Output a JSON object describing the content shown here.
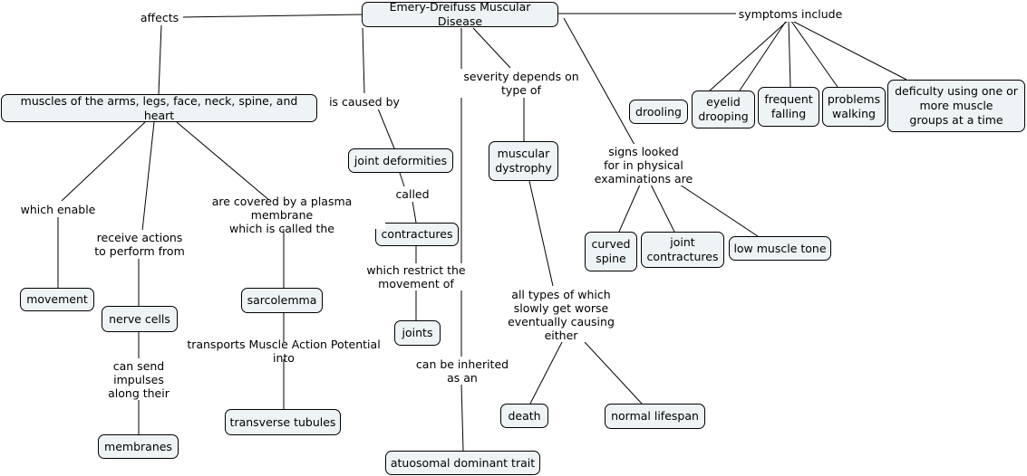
{
  "concepts": {
    "root": "Emery-Dreifuss Muscular Disease",
    "muscles": "muscles of the arms, legs, face, neck, spine, and heart",
    "movement": "movement",
    "nerve_cells": "nerve cells",
    "membranes": "membranes",
    "sarcolemma": "sarcolemma",
    "transverse_tubules": "transverse tubules",
    "joint_deformities": "joint deformities",
    "contractures": "contractures",
    "joints": "joints",
    "autosomal": "atuosomal dominant trait",
    "muscular_dystrophy": "muscular\ndystrophy",
    "death": "death",
    "normal_lifespan": "normal lifespan",
    "curved_spine": "curved\nspine",
    "joint_contractures": "joint\ncontractures",
    "low_muscle_tone": "low muscle tone",
    "drooling": "drooling",
    "eyelid_drooping": "eyelid\ndrooping",
    "frequent_falling": "frequent\nfalling",
    "problems_walking": "problems\nwalking",
    "deficulty": "deficulty using one or\nmore muscle\ngroups at a time"
  },
  "links": {
    "affects": "affects",
    "symptoms_include": "symptoms include",
    "is_caused_by": "is caused by",
    "severity": "severity depends on\ntype of",
    "signs": "signs looked\nfor in physical\nexaminations are",
    "which_enable": "which enable",
    "receive_actions": "receive actions\nto perform from",
    "covered_by": "are covered by a plasma membrane\nwhich is called the",
    "can_send": "can send\nimpulses\nalong their",
    "transports": "transports Muscle Action Potential into",
    "called": "called",
    "which_restrict": "which restrict the\nmovement of",
    "inherited": "can be inherited\nas an",
    "all_types": "all types of which\nslowly get worse\neventually causing\neither"
  }
}
